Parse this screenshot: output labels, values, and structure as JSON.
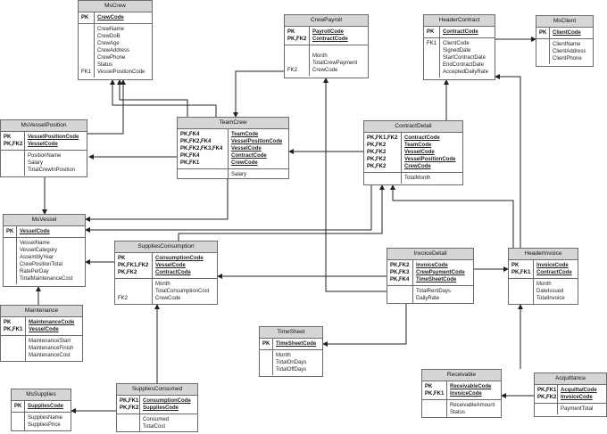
{
  "entities": {
    "mscrew": {
      "title": "MsCrew",
      "pk_keys": [
        "PK"
      ],
      "pk_fields": [
        "CrewCode"
      ],
      "keys": [
        "",
        "",
        "",
        "",
        "",
        "",
        "FK1"
      ],
      "fields": [
        "CrewName",
        "CrewDoB",
        "CrewAge",
        "CrewAddress",
        "CrewPhone",
        "Status",
        "VesselPositionCode"
      ]
    },
    "crewpayroll": {
      "title": "CrewPayroll",
      "pk_keys": [
        "PK",
        "PK,FK2"
      ],
      "pk_fields": [
        "PayrollCode",
        "ContractCode"
      ],
      "keys": [
        "",
        "",
        "FK2"
      ],
      "fields": [
        "Month",
        "TotalCrewPayment",
        "CrewCode"
      ]
    },
    "headercontract": {
      "title": "HeaderContract",
      "pk_keys": [
        "PK"
      ],
      "pk_fields": [
        "ContractCode"
      ],
      "keys": [
        "FK1",
        "",
        "",
        "",
        ""
      ],
      "fields": [
        "ClientCode",
        "SignedDate",
        "StartContractDate",
        "EndContractDate",
        "AcceptedDailyRate"
      ]
    },
    "msclient": {
      "title": "MsClient",
      "pk_keys": [
        "PK"
      ],
      "pk_fields": [
        "ClientCode"
      ],
      "keys": [
        "",
        "",
        ""
      ],
      "fields": [
        "ClientName",
        "ClientAddress",
        "ClientPhone"
      ]
    },
    "msvesselposition": {
      "title": "MsVesselPosition",
      "pk_keys": [
        "PK",
        "PK,FK2"
      ],
      "pk_fields": [
        "VesselPositionCode",
        "VesselCode"
      ],
      "keys": [
        "",
        "",
        ""
      ],
      "fields": [
        "PositionName",
        "Salary",
        "TotalCrewInPosition"
      ]
    },
    "teamcrew": {
      "title": "TeamCrew",
      "pk_keys": [
        "PK,FK4",
        "PK,FK2,FK4",
        "PK,FK2,FK3,FK4",
        "PK,FK4",
        "PK,FK1"
      ],
      "pk_fields": [
        "TeamCode",
        "VesselPositionCode",
        "VesselCode",
        "ContractCode",
        "CrewCode"
      ],
      "keys": [
        ""
      ],
      "fields": [
        "Salary"
      ]
    },
    "contractdetail": {
      "title": "ContractDetail",
      "pk_keys": [
        "PK,FK1,FK2",
        "PK,FK2",
        "PK,FK2",
        "PK,FK2",
        "PK,FK2"
      ],
      "pk_fields": [
        "ContractCode",
        "TeamCode",
        "VesselCode",
        "VesselPositionCode",
        "CrewCode"
      ],
      "keys": [
        ""
      ],
      "fields": [
        "TotalMonth"
      ]
    },
    "msvessel": {
      "title": "MsVessel",
      "pk_keys": [
        "PK"
      ],
      "pk_fields": [
        "VesselCode"
      ],
      "keys": [
        "",
        "",
        "",
        "",
        "",
        ""
      ],
      "fields": [
        "VesselName",
        "VesselCategory",
        "AssemblyYear",
        "CrewPositionTotal",
        "RatePerDay",
        "TotalMaintenanceCost"
      ]
    },
    "suppliesconsumption": {
      "title": "SuppliesConsumption",
      "pk_keys": [
        "PK",
        "PK,FK1,FK2",
        "PK,FK2"
      ],
      "pk_fields": [
        "ConsumptionCode",
        "VesselCode",
        "ContractCode"
      ],
      "keys": [
        "",
        "",
        "FK2"
      ],
      "fields": [
        "Month",
        "TotalConsumptionCost",
        "CrewCode"
      ]
    },
    "invoicedetail": {
      "title": "InvoiceDetail",
      "pk_keys": [
        "PK,FK2",
        "PK,FK3",
        "PK,FK4"
      ],
      "pk_fields": [
        "InvoiceCode",
        "CrewPaymentCode",
        "TimeSheetCode"
      ],
      "keys": [
        "",
        ""
      ],
      "fields": [
        "TotalRentDays",
        "DailyRate"
      ]
    },
    "headerinvoice": {
      "title": "HeaderInvoice",
      "pk_keys": [
        "PK",
        "PK,FK1"
      ],
      "pk_fields": [
        "InvoiceCode",
        "ContractCode"
      ],
      "keys": [
        "",
        "",
        ""
      ],
      "fields": [
        "Month",
        "DateIssued",
        "TotalInvoice"
      ]
    },
    "maintenance": {
      "title": "Maintenance",
      "pk_keys": [
        "PK",
        "PK,FK1"
      ],
      "pk_fields": [
        "MaintenanceCode",
        "VesselCode"
      ],
      "keys": [
        "",
        "",
        ""
      ],
      "fields": [
        "MaintenanceStart",
        "MaintenanceFinish",
        "MaintenanceCost"
      ]
    },
    "timesheet": {
      "title": "TimeSheet",
      "pk_keys": [
        "PK"
      ],
      "pk_fields": [
        "TimeSheetCode"
      ],
      "keys": [
        "",
        "",
        ""
      ],
      "fields": [
        "Month",
        "TotalOnDays",
        "TotalOffDays"
      ]
    },
    "mssupplies": {
      "title": "MsSupplies",
      "pk_keys": [
        "PK"
      ],
      "pk_fields": [
        "SuppliesCode"
      ],
      "keys": [
        "",
        ""
      ],
      "fields": [
        "SuppliesName",
        "SuppliesPrice"
      ]
    },
    "suppliesconsumed": {
      "title": "SuppliesConsumed",
      "pk_keys": [
        "PK,FK1",
        "PK,FK2"
      ],
      "pk_fields": [
        "ConsumptionCode",
        "SuppliesCode"
      ],
      "keys": [
        "",
        ""
      ],
      "fields": [
        "Consumed",
        "TotalCost"
      ]
    },
    "receivable": {
      "title": "Receivable",
      "pk_keys": [
        "PK",
        "PK,FK1"
      ],
      "pk_fields": [
        "ReceivableCode",
        "InvoiceCode"
      ],
      "keys": [
        "",
        ""
      ],
      "fields": [
        "ReceivableAmount",
        "Status"
      ]
    },
    "acquittance": {
      "title": "Acquittance",
      "pk_keys": [
        "PK,FK1",
        "PK,FK2"
      ],
      "pk_fields": [
        "AcquittalCode",
        "InvoiceCode"
      ],
      "keys": [
        ""
      ],
      "fields": [
        "PaymentTotal"
      ]
    }
  }
}
